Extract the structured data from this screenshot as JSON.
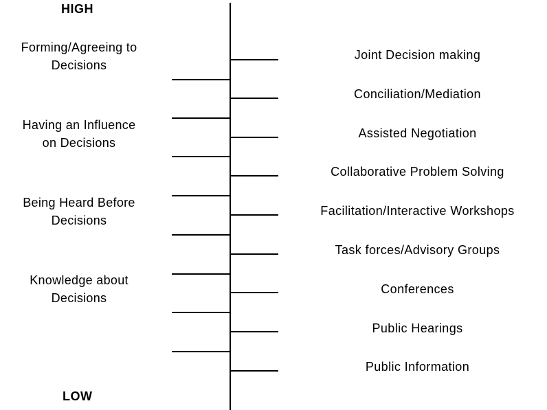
{
  "scale": {
    "high": "HIGH",
    "low": "LOW"
  },
  "levels": [
    {
      "line1": "Forming/Agreeing to",
      "line2": "Decisions"
    },
    {
      "line1": "Having an Influence",
      "line2": "on Decisions"
    },
    {
      "line1": "Being Heard Before",
      "line2": "Decisions"
    },
    {
      "line1": "Knowledge about",
      "line2": "Decisions"
    }
  ],
  "methods": [
    "Joint Decision making",
    "Conciliation/Mediation",
    "Assisted Negotiation",
    "Collaborative Problem Solving",
    "Facilitation/Interactive Workshops",
    "Task forces/Advisory Groups",
    "Conferences",
    "Public Hearings",
    "Public Information"
  ]
}
